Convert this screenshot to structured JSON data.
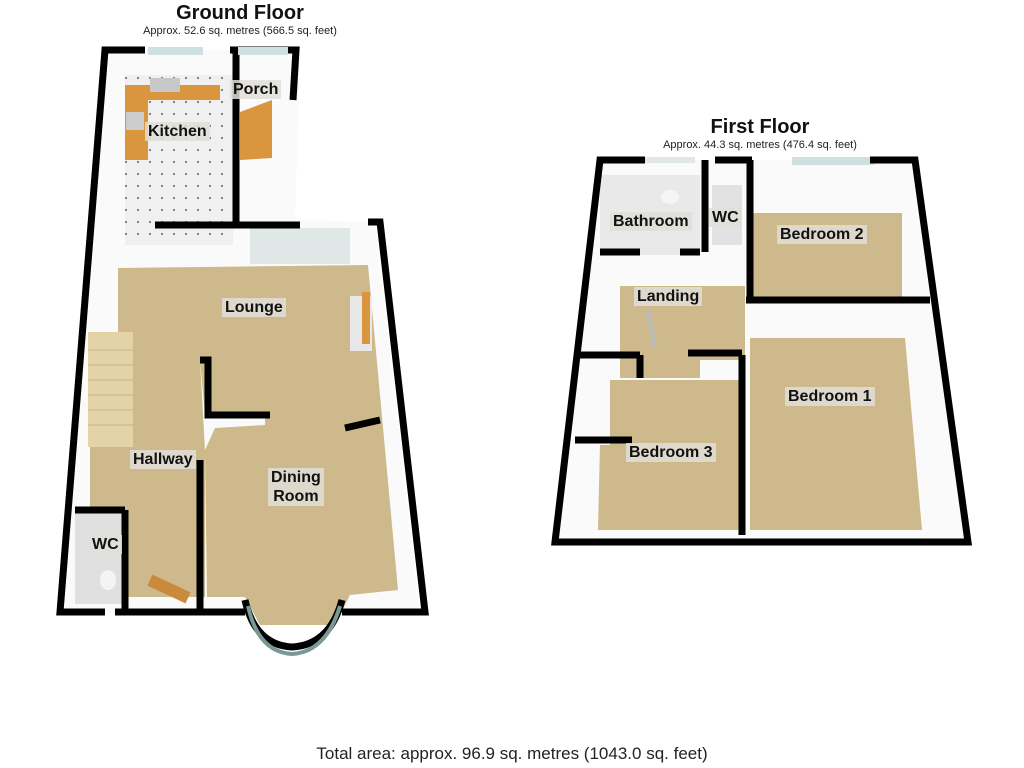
{
  "ground_floor": {
    "title": "Ground Floor",
    "area": "Approx. 52.6 sq. metres (566.5 sq. feet)",
    "rooms": {
      "kitchen": "Kitchen",
      "porch": "Porch",
      "lounge": "Lounge",
      "hallway": "Hallway",
      "dining_line1": "Dining",
      "dining_line2": "Room",
      "wc": "WC"
    }
  },
  "first_floor": {
    "title": "First Floor",
    "area": "Approx. 44.3 sq. metres (476.4 sq. feet)",
    "rooms": {
      "bathroom": "Bathroom",
      "wc": "WC",
      "bedroom2": "Bedroom 2",
      "landing": "Landing",
      "bedroom1": "Bedroom 1",
      "bedroom3": "Bedroom 3"
    }
  },
  "total_area": "Total area: approx. 96.9 sq. metres (1043.0 sq. feet)",
  "colors": {
    "wall": "#000000",
    "carpet": "#cdb98c",
    "tile": "#eeeeee",
    "worktop": "#d9963f",
    "window": "#cfe0e0"
  }
}
